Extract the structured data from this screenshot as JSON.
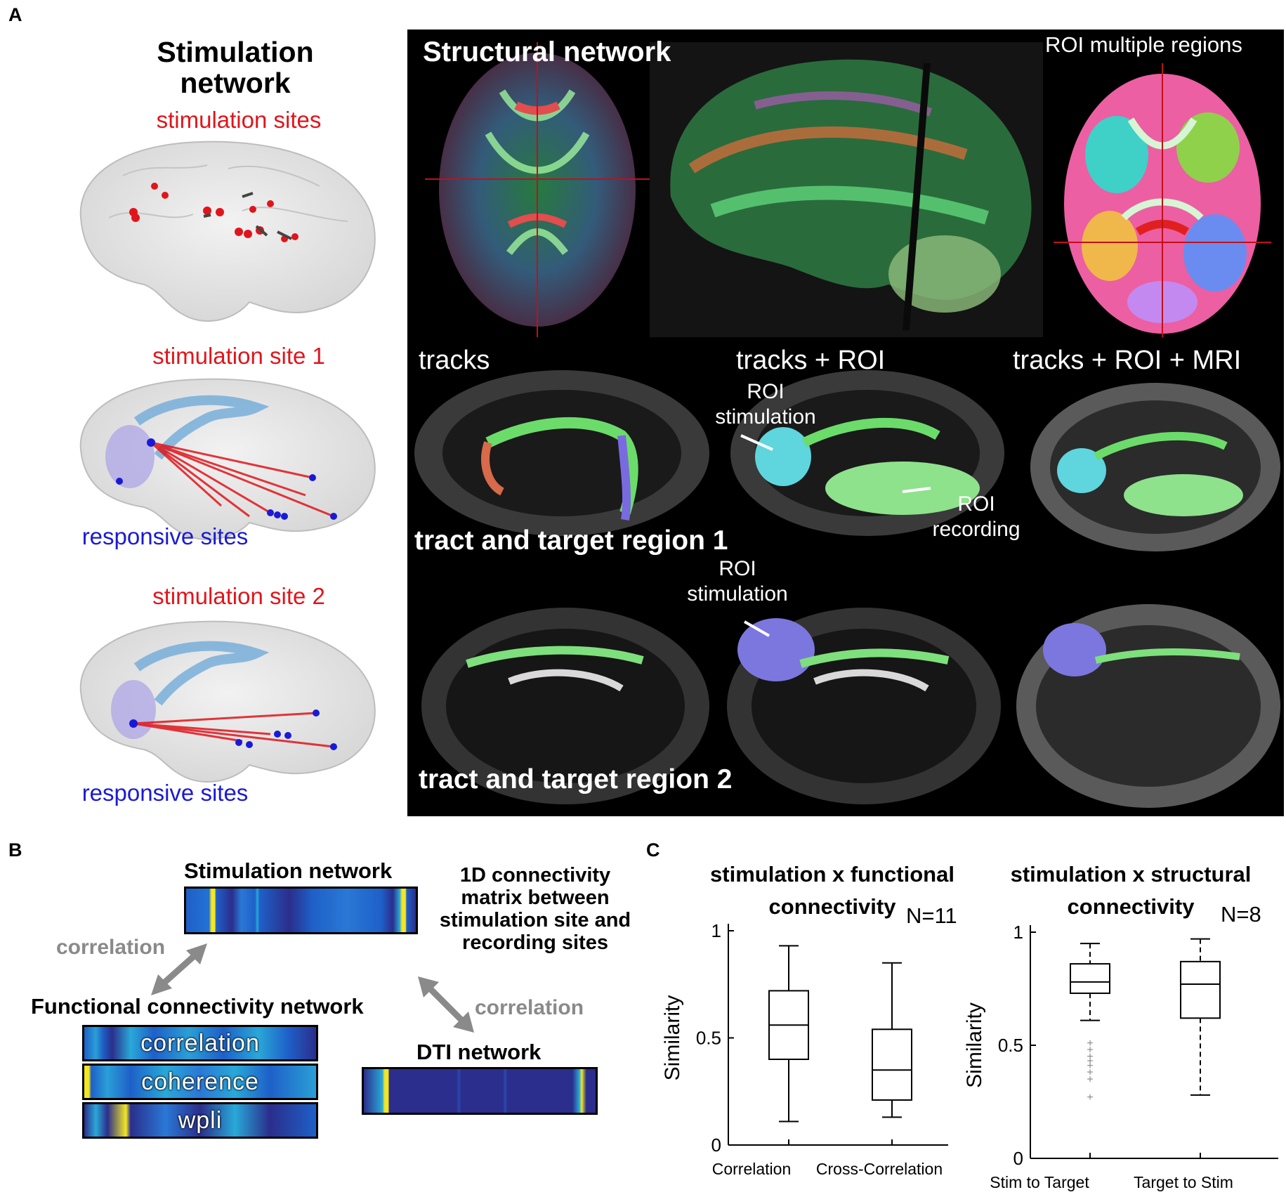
{
  "panels": {
    "a": "A",
    "b": "B",
    "c": "C"
  },
  "panel_a": {
    "left": {
      "title": "Stimulation network",
      "sub1": "stimulation sites",
      "sub2": "stimulation site 1",
      "resp2": "responsive sites",
      "sub3": "stimulation site 2",
      "resp3": "responsive sites"
    },
    "structural": {
      "title": "Structural network",
      "roi_multiple": "ROI multiple regions"
    },
    "row2": {
      "col1": "tracks",
      "col2": "tracks + ROI",
      "col3": "tracks + ROI + MRI",
      "roi_stim": "ROI stimulation",
      "roi_rec": "ROI recording",
      "caption": "tract and target region 1"
    },
    "row3": {
      "roi_stim": "ROI stimulation",
      "caption": "tract and target region 2"
    }
  },
  "panel_b": {
    "stim_network": "Stimulation network",
    "matrix_desc": "1D connectivity matrix between stimulation site and recording sites",
    "correlation_left": "correlation",
    "correlation_right": "correlation",
    "functional": "Functional connectivity network",
    "bars": [
      "correlation",
      "coherence",
      "wpli"
    ],
    "dti": "DTI network"
  },
  "chart_data": [
    {
      "type": "box",
      "title": "stimulation x functional connectivity",
      "annotation": "N=11",
      "ylabel": "Similarity",
      "ylim": [
        0,
        1
      ],
      "yticks": [
        0,
        0.5,
        1
      ],
      "ytick_labels": [
        "0",
        "0.5",
        "1"
      ],
      "categories": [
        "Correlation",
        "Cross-Correlation"
      ],
      "boxes": [
        {
          "whisker_low": 0.11,
          "q1": 0.4,
          "median": 0.56,
          "q3": 0.72,
          "whisker_high": 0.93,
          "outliers": []
        },
        {
          "whisker_low": 0.13,
          "q1": 0.21,
          "median": 0.35,
          "q3": 0.54,
          "whisker_high": 0.85,
          "outliers": []
        }
      ]
    },
    {
      "type": "box",
      "title": "stimulation x structural connectivity",
      "annotation": "N=8",
      "ylabel": "Similarity",
      "ylim": [
        0,
        1
      ],
      "yticks": [
        0,
        0.5,
        1
      ],
      "ytick_labels": [
        "0",
        "0.5",
        "1"
      ],
      "categories": [
        "Stim to Target",
        "Target to Stim"
      ],
      "boxes": [
        {
          "whisker_low": 0.61,
          "q1": 0.73,
          "median": 0.78,
          "q3": 0.86,
          "whisker_high": 0.95,
          "outliers": [
            0.51,
            0.48,
            0.45,
            0.43,
            0.41,
            0.38,
            0.35,
            0.27
          ]
        },
        {
          "whisker_low": 0.28,
          "q1": 0.62,
          "median": 0.77,
          "q3": 0.87,
          "whisker_high": 0.97,
          "outliers": []
        }
      ]
    }
  ],
  "colors": {
    "red": "#e0151b",
    "blue": "#1a1ad6",
    "gray": "#8a8a8a",
    "bar_dark": "#2b2e8c",
    "bar_mid": "#1e60c8",
    "bar_yellow": "#f3e624"
  }
}
